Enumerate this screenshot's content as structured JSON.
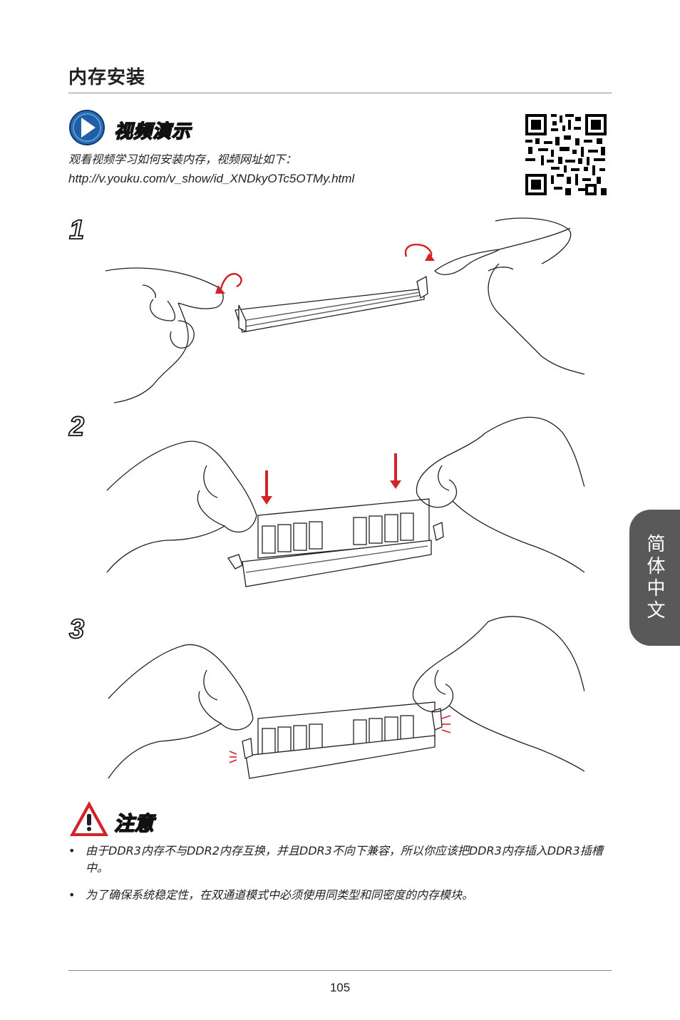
{
  "page": {
    "title": "内存安装",
    "page_number": "105"
  },
  "video": {
    "heading": "视频演示",
    "description": "观看视频学习如何安装内存，视频网址如下：",
    "url": "http://v.youku.com/v_show/id_XNDkyOTc5OTMy.html",
    "icon": "play-icon"
  },
  "steps": [
    {
      "number": "1"
    },
    {
      "number": "2"
    },
    {
      "number": "3"
    }
  ],
  "side_tab": {
    "label": "简体中文"
  },
  "note": {
    "heading": "注意",
    "icon": "warning-icon",
    "bullet_char": "•",
    "items": [
      "由于DDR3内存不与DDR2内存互换，并且DDR3不向下兼容，所以你应该把DDR3内存插入DDR3插槽中。",
      "为了确保系统稳定性，在双通道模式中必须使用同类型和同密度的内存模块。"
    ]
  },
  "colors": {
    "accent_blue": "#1f5fa8",
    "warning_red": "#d2232a",
    "tab_gray": "#595959"
  }
}
